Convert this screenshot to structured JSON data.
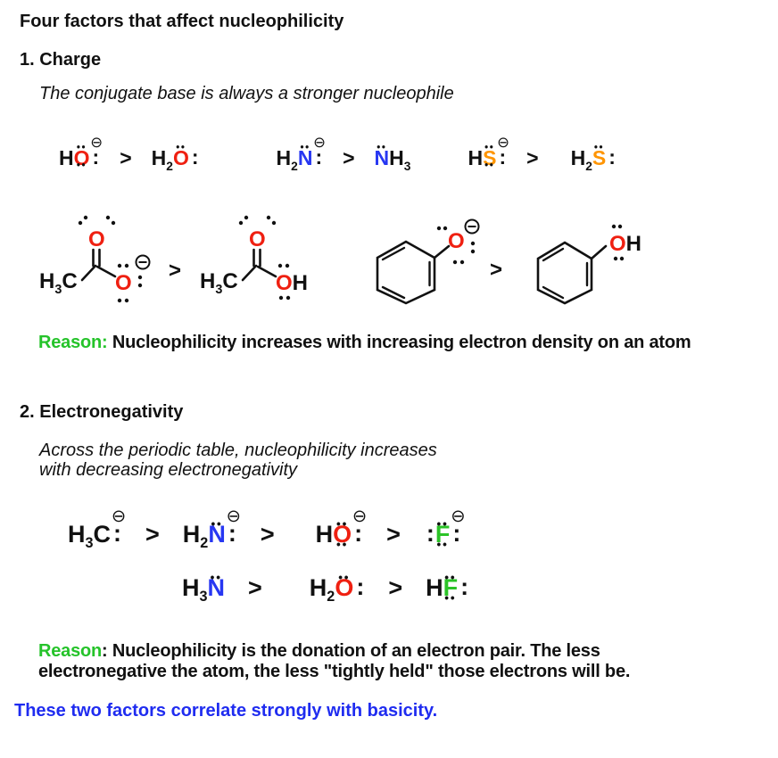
{
  "colors": {
    "red": "#ef2011",
    "blue": "#2737f2",
    "orange": "#ff9502",
    "green": "#2bc327",
    "reason_green": "#25c32a",
    "footer_blue": "#1f2cf0",
    "text": "#111111"
  },
  "header": {
    "title": "Four factors that affect nucleophilicity"
  },
  "section1": {
    "heading": "1. Charge",
    "subtitle": "The conjugate base is always a stronger nucleophile",
    "reason_label": "Reason:",
    "reason_text": " Nucleophilicity increases with increasing electron density on an atom"
  },
  "section2": {
    "heading": "2. Electronegativity",
    "subtitle_line1": "Across the periodic table, nucleophilicity increases",
    "subtitle_line2": "with decreasing electronegativity",
    "reason_label": "Reason",
    "reason_text_line1": ": Nucleophilicity is the donation of an electron pair. The less",
    "reason_text_line2": "electronegative the atom, the less \"tightly held\" those electrons will be."
  },
  "footer": {
    "text": "These two factors correlate strongly with basicity."
  },
  "formulas": {
    "charge_row": [
      {
        "t": "H"
      },
      {
        "t": "O",
        "color": "red",
        "dtop": true,
        "dbottom": true,
        "charge": true
      },
      {
        "t": ":",
        "lp": true
      },
      {
        "t": ">",
        "cmp": true
      },
      {
        "t": "H"
      },
      {
        "t": "2",
        "sub": true
      },
      {
        "t": "O",
        "color": "red",
        "dtop": true
      },
      {
        "t": ":",
        "lp": true
      },
      {
        "sp": 86
      },
      {
        "t": "H"
      },
      {
        "t": "2",
        "sub": true
      },
      {
        "t": "N",
        "color": "blue",
        "dtop": true,
        "charge": true
      },
      {
        "t": ":",
        "lp": true
      },
      {
        "t": ">",
        "cmp": true
      },
      {
        "t": "N",
        "color": "blue",
        "dtop": true
      },
      {
        "t": "H"
      },
      {
        "t": "3",
        "sub": true
      },
      {
        "sp": 64
      },
      {
        "t": "H"
      },
      {
        "t": "S",
        "color": "orange",
        "dtop": true,
        "dbottom": true,
        "charge": true
      },
      {
        "t": ":",
        "lp": true
      },
      {
        "t": ">",
        "cmp": true
      },
      {
        "sp": 14
      },
      {
        "t": "H"
      },
      {
        "t": "2",
        "sub": true
      },
      {
        "t": "S",
        "color": "orange",
        "dtop": true
      },
      {
        "t": ":",
        "lp": true
      }
    ],
    "en_row1": [
      {
        "t": "H"
      },
      {
        "t": "3",
        "sub": true
      },
      {
        "t": "C",
        "charge": true
      },
      {
        "t": ":",
        "lp": true
      },
      {
        "t": ">",
        "cmp": true
      },
      {
        "t": "H"
      },
      {
        "t": "2",
        "sub": true
      },
      {
        "t": "N",
        "color": "blue",
        "dtop": true,
        "charge": true
      },
      {
        "t": ":",
        "lp": true
      },
      {
        "t": ">",
        "cmp": true
      },
      {
        "sp": 20
      },
      {
        "t": "H"
      },
      {
        "t": "O",
        "color": "red",
        "dtop": true,
        "dbottom": true,
        "charge": true
      },
      {
        "t": ":",
        "lp": true
      },
      {
        "t": ">",
        "cmp": true
      },
      {
        "t": ":",
        "lp": true
      },
      {
        "t": "F",
        "color": "green",
        "dtop": true,
        "dbottom": true,
        "charge": true
      },
      {
        "t": ":",
        "lp": true
      }
    ],
    "en_row2": [
      {
        "t": "H"
      },
      {
        "t": "3",
        "sub": true
      },
      {
        "t": "N",
        "color": "blue",
        "dtop": true
      },
      {
        "t": ">",
        "cmp": true
      },
      {
        "sp": 27
      },
      {
        "t": "H"
      },
      {
        "t": "2",
        "sub": true
      },
      {
        "t": "O",
        "color": "red",
        "dtop": true
      },
      {
        "t": ":",
        "lp": true
      },
      {
        "t": ">",
        "cmp": true
      },
      {
        "t": "H"
      },
      {
        "t": "F",
        "color": "green",
        "dtop": true,
        "dbottom": true
      },
      {
        "t": ":",
        "lp": true
      }
    ]
  },
  "molecules": {
    "gt": ">",
    "acetate": {
      "methyl": [
        {
          "t": "H"
        },
        {
          "t": "3",
          "sub": true
        },
        {
          "t": "C"
        }
      ],
      "carbonyl_o": [
        {
          "t": "O",
          "color": "red"
        }
      ],
      "oxy": [
        {
          "t": "O",
          "color": "red"
        }
      ]
    },
    "acetic_acid": {
      "methyl": [
        {
          "t": "H"
        },
        {
          "t": "3",
          "sub": true
        },
        {
          "t": "C"
        }
      ],
      "carbonyl_o": [
        {
          "t": "O",
          "color": "red"
        }
      ],
      "hydroxyl": [
        {
          "t": "O",
          "color": "red"
        },
        {
          "t": "H"
        }
      ]
    },
    "phenoxide": {
      "oxy": [
        {
          "t": "O",
          "color": "red"
        }
      ]
    },
    "phenol": {
      "hydroxyl": [
        {
          "t": "O",
          "color": "red"
        },
        {
          "t": "H"
        }
      ]
    }
  }
}
